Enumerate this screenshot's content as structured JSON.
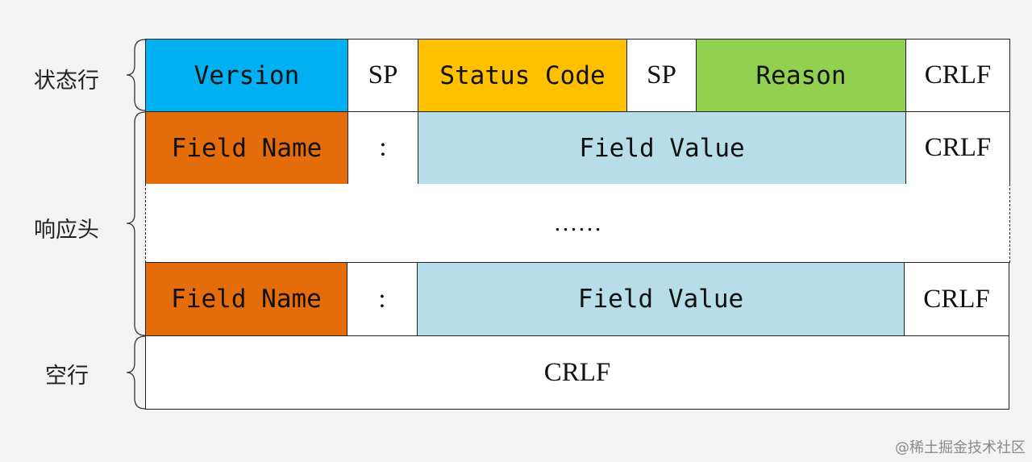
{
  "status_line": {
    "label": "状态行",
    "version": "Version",
    "sp1": "SP",
    "status_code": "Status Code",
    "sp2": "SP",
    "reason": "Reason",
    "crlf": "CRLF"
  },
  "header_section": {
    "label": "响应头",
    "rows": [
      {
        "field_name": "Field Name",
        "colon": ":",
        "field_value": "Field Value",
        "crlf": "CRLF"
      },
      {
        "field_name": "Field Name",
        "colon": ":",
        "field_value": "Field Value",
        "crlf": "CRLF"
      }
    ],
    "ellipsis": "……"
  },
  "blank_line": {
    "label": "空行",
    "crlf": "CRLF"
  },
  "watermark": "@稀土掘金技术社区",
  "colors": {
    "version": "#00b0f0",
    "status_code": "#ffc000",
    "reason": "#92d050",
    "field_name": "#e46c0a",
    "field_value": "#b7dde8"
  }
}
